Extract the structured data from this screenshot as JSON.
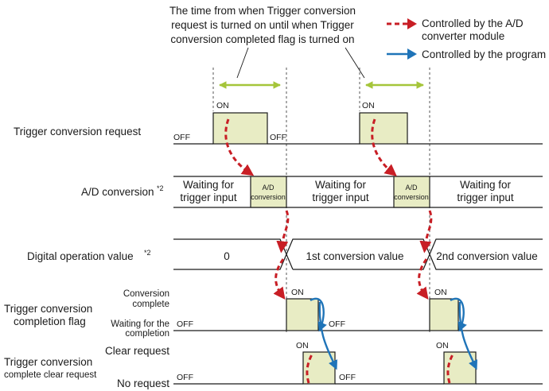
{
  "header": {
    "note_lines": [
      "The time from when Trigger conversion",
      "request is turned on until when Trigger",
      "conversion completed flag is turned on"
    ]
  },
  "legend": {
    "items": [
      {
        "label_lines": [
          "Controlled by the A/D",
          "converter module"
        ],
        "color": "#c81e25",
        "style": "dashed"
      },
      {
        "label_lines": [
          "Controlled by the program"
        ],
        "color": "#1f74b8",
        "style": "solid"
      }
    ]
  },
  "rows": {
    "trigger_request": {
      "label": "Trigger conversion request",
      "states": {
        "on": "ON",
        "off": "OFF"
      }
    },
    "ad_conversion": {
      "label": "A/D conversion",
      "footnote": "*2",
      "waiting_lines": [
        "Waiting for",
        "trigger input"
      ],
      "conversion_lines": [
        "A/D",
        "conversion"
      ]
    },
    "digital_value": {
      "label": "Digital operation value",
      "footnote": "*2",
      "values": [
        "0",
        "1st conversion value",
        "2nd conversion value"
      ]
    },
    "completion_flag": {
      "label_lines": [
        "Trigger conversion",
        "completion flag"
      ],
      "state_high_lines": [
        "Conversion",
        "complete"
      ],
      "state_low_lines": [
        "Waiting for the",
        "completion"
      ],
      "states": {
        "on": "ON",
        "off": "OFF"
      }
    },
    "clear_request": {
      "label_lines": [
        "Trigger conversion",
        "complete clear request"
      ],
      "state_high": "Clear request",
      "state_low": "No request",
      "states": {
        "on": "ON",
        "off": "OFF"
      }
    }
  },
  "colors": {
    "highlight_fill": "#e8ecc4",
    "dimension_arrow": "#a5c53a",
    "module_arrow": "#c81e25",
    "program_arrow": "#1f74b8"
  }
}
